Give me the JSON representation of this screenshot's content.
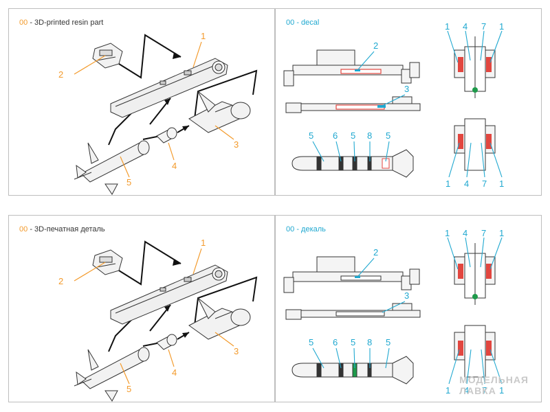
{
  "panels": {
    "top_left": {
      "code": "00",
      "title": "- 3D-printed resin part",
      "callouts": [
        "1",
        "2",
        "3",
        "4",
        "5"
      ]
    },
    "top_right": {
      "code": "00",
      "title": "- decal",
      "callouts_side": [
        "2",
        "3"
      ],
      "callouts_missile": [
        "5",
        "6",
        "5",
        "8",
        "5"
      ],
      "callouts_view_top": [
        "1",
        "4",
        "7",
        "1"
      ],
      "callouts_view_bottom": [
        "1",
        "4",
        "7",
        "1"
      ]
    },
    "bottom_left": {
      "code": "00",
      "title": "- 3D-печатная деталь",
      "callouts": [
        "1",
        "2",
        "3",
        "4",
        "5"
      ]
    },
    "bottom_right": {
      "code": "00",
      "title": "- декаль",
      "callouts_side": [
        "2",
        "3"
      ],
      "callouts_missile": [
        "5",
        "6",
        "5",
        "8",
        "5"
      ],
      "callouts_view_top": [
        "1",
        "4",
        "7",
        "1"
      ],
      "callouts_view_bottom": [
        "1",
        "4",
        "7",
        "1"
      ]
    }
  },
  "watermark": {
    "line1": "МОДЕЛЬНАЯ",
    "line2": "ЛАВКА"
  },
  "colors": {
    "accent_orange": "#f39a2b",
    "accent_blue": "#1fa8d0",
    "decal_red": "#e2463f",
    "marker_green": "#1e9a4a",
    "line_gray": "#555555"
  }
}
